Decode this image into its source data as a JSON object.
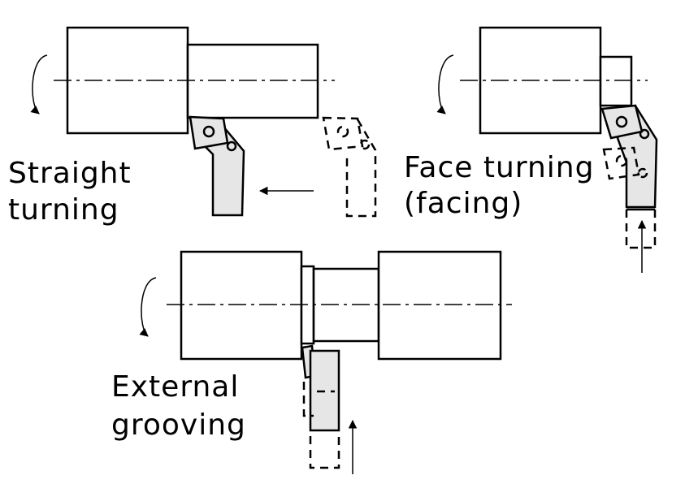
{
  "colors": {
    "line": "#000000",
    "tool_fill": "#e6e6e6",
    "background": "#ffffff"
  },
  "panels": {
    "straight": {
      "label_line1": "Straight",
      "label_line2": "turning"
    },
    "facing": {
      "label_line1": "Face turning",
      "label_line2": "(facing)"
    },
    "grooving": {
      "label_line1": "External",
      "label_line2": "grooving"
    }
  },
  "icons": [
    "rotation-arrow-icon",
    "feed-arrow-icon",
    "cutting-insert-icon"
  ]
}
